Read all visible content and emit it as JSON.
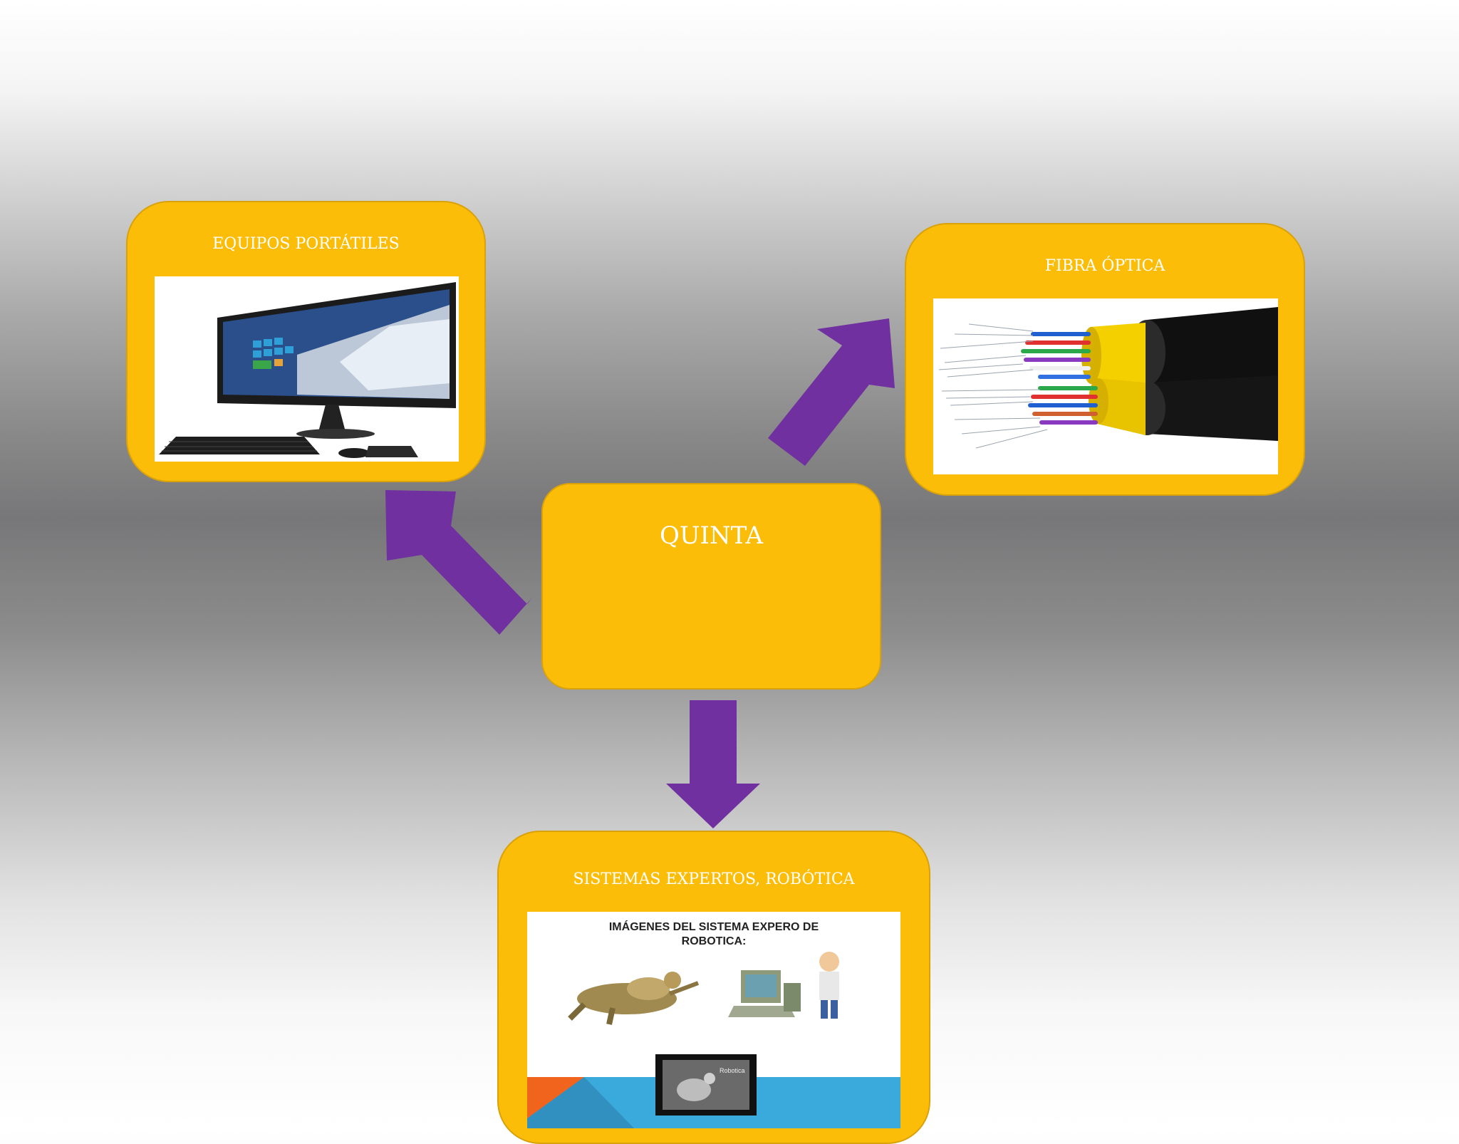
{
  "diagram": {
    "center": {
      "label": "QUINTA"
    },
    "nodes": [
      {
        "id": "portatiles",
        "label": "EQUIPOS PORTÁTILES",
        "image": "all-in-one-computer"
      },
      {
        "id": "fibra",
        "label": "FIBRA ÓPTICA",
        "image": "fiber-optic-cable"
      },
      {
        "id": "robotica",
        "label": "SISTEMAS EXPERTOS, ROBÓTICA",
        "image": "robotics-slide"
      }
    ],
    "robotics_slide": {
      "heading_line1": "IMÁGENES DEL SISTEMA EXPERO DE",
      "heading_line2": "ROBOTICA:",
      "thumb_label": "Robotica"
    },
    "colors": {
      "box": "#fbbd08",
      "arrow": "#7030a0",
      "text": "#ffffff"
    }
  }
}
